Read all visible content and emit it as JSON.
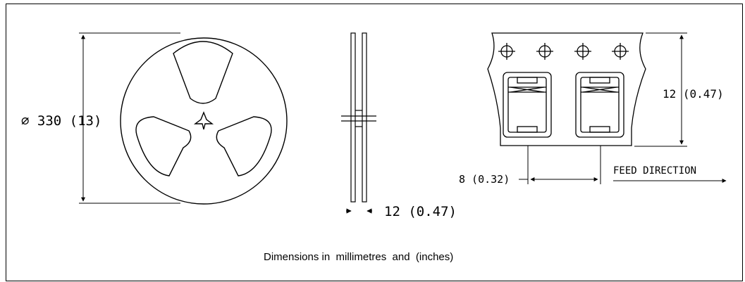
{
  "diagram": {
    "reel_diameter_label": "∅ 330 (13)",
    "reel_width_label": "12 (0.47)",
    "tape_height_label": "12 (0.47)",
    "pitch_label": "8 (0.32)",
    "feed_direction_label": "FEED DIRECTION",
    "caption": "Dimensions in  millimetres  and  (inches)"
  }
}
